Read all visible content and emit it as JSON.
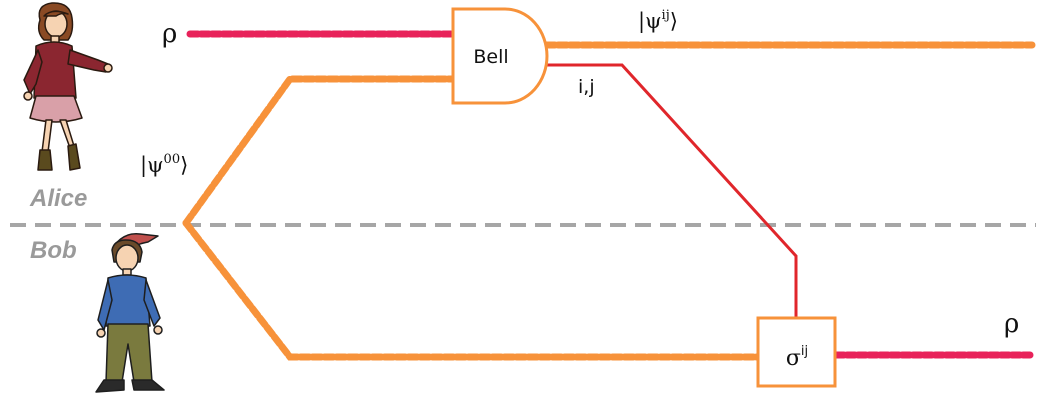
{
  "labels": {
    "rho_in": "ρ",
    "rho_out": "ρ",
    "bell": "Bell",
    "psi_ij": "|ψ",
    "psi_ij_sup": "ij",
    "psi_00": "|ψ",
    "psi_00_sup": "00",
    "ket_close": "⟩",
    "classical": "i,j",
    "sigma": "σ",
    "sigma_sup": "ij"
  },
  "parties": {
    "alice": "Alice",
    "bob": "Bob"
  },
  "colors": {
    "entangled": "#f7923a",
    "state": "#e8225a",
    "classical": "#e0262b",
    "divider": "#a6a6a6",
    "party_label": "#9a9a9a"
  }
}
